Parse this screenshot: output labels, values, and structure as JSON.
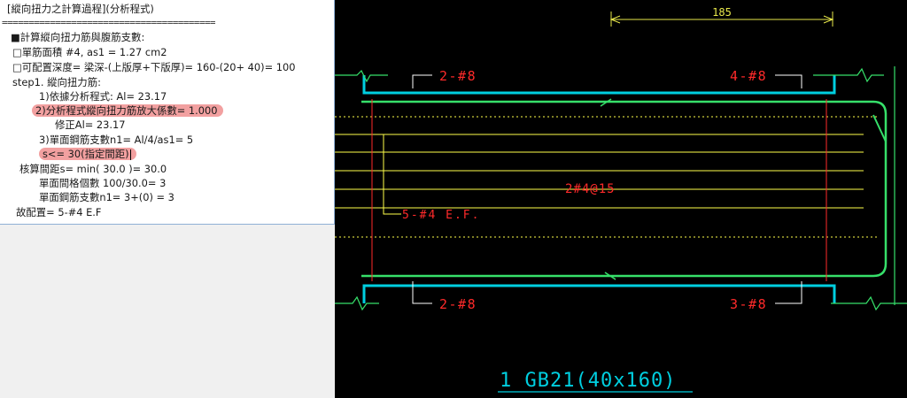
{
  "panel": {
    "title": "[縱向扭力之計算過程](分析程式)",
    "separator": "========================================",
    "heading": "■計算縱向扭力筋與腹筋支數:",
    "lines": [
      "□單筋面積 #4, as1 = 1.27 cm2",
      "□可配置深度= 梁深-(上版厚+下版厚)= 160-(20+ 40)= 100",
      "step1. 縱向扭力筋:",
      "1)依據分析程式: Al= 23.17",
      "2)分析程式縱向扭力筋放大係數= 1.000",
      "修正Al= 23.17",
      "3)單面鋼筋支數n1= Al/4/as1= 5",
      "s<= 30(指定間距)",
      "核算間距s= min( 30.0 )= 30.0",
      "單面間格個數 100/30.0= 3",
      "單面鋼筋支數n1= 3+(0) = 3",
      "故配置= 5-#4 E.F"
    ]
  },
  "cad": {
    "dimension": "185",
    "top_left_label": "2-#8",
    "top_right_label": "4-#8",
    "bottom_left_label": "2-#8",
    "bottom_right_label": "3-#8",
    "stirrup_label": "2#4@15",
    "side_bar_label": "5-#4 E.F.",
    "beam_title": "1 GB21(40x160)"
  },
  "colors": {
    "background": "#000000",
    "concrete": "#00cfe0",
    "rebar": "#ffff4a",
    "stirrup": "#36e06a",
    "annotation": "#ff2a2a",
    "dim": "#e8e84a",
    "highlight": "#f2a0a0"
  }
}
